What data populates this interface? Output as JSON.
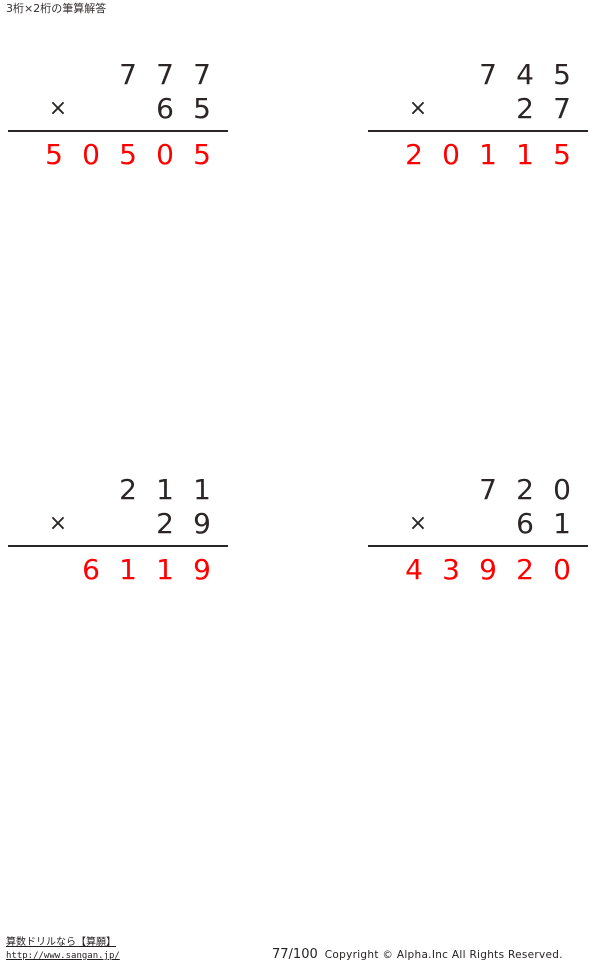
{
  "header": {
    "title": "3桁×2桁の筆算解答"
  },
  "worksheet": {
    "operator_symbol": "×",
    "answer_color": "#ff0000",
    "operand_color": "#2b2525",
    "problems": [
      {
        "position": "top-left",
        "multiplicand": [
          "",
          "",
          "7",
          "7",
          "7"
        ],
        "multiplier": [
          "",
          "",
          "",
          "6",
          "5"
        ],
        "answer": [
          "5",
          "0",
          "5",
          "0",
          "5"
        ],
        "multiplicand_value": 777,
        "multiplier_value": 65,
        "answer_value": 50505
      },
      {
        "position": "top-right",
        "multiplicand": [
          "",
          "",
          "7",
          "4",
          "5"
        ],
        "multiplier": [
          "",
          "",
          "",
          "2",
          "7"
        ],
        "answer": [
          "2",
          "0",
          "1",
          "1",
          "5"
        ],
        "multiplicand_value": 745,
        "multiplier_value": 27,
        "answer_value": 20115
      },
      {
        "position": "bottom-left",
        "multiplicand": [
          "",
          "",
          "2",
          "1",
          "1"
        ],
        "multiplier": [
          "",
          "",
          "",
          "2",
          "9"
        ],
        "answer": [
          "",
          "6",
          "1",
          "1",
          "9"
        ],
        "multiplicand_value": 211,
        "multiplier_value": 29,
        "answer_value": 6119
      },
      {
        "position": "bottom-right",
        "multiplicand": [
          "",
          "",
          "7",
          "2",
          "0"
        ],
        "multiplier": [
          "",
          "",
          "",
          "6",
          "1"
        ],
        "answer": [
          "4",
          "3",
          "9",
          "2",
          "0"
        ],
        "multiplicand_value": 720,
        "multiplier_value": 61,
        "answer_value": 43920
      }
    ]
  },
  "footer": {
    "site_name": "算数ドリルなら【算願】",
    "site_url": "http://www.sangan.jp/",
    "page_number": "77/100",
    "copyright": "Copyright © Alpha.Inc All Rights Reserved."
  }
}
